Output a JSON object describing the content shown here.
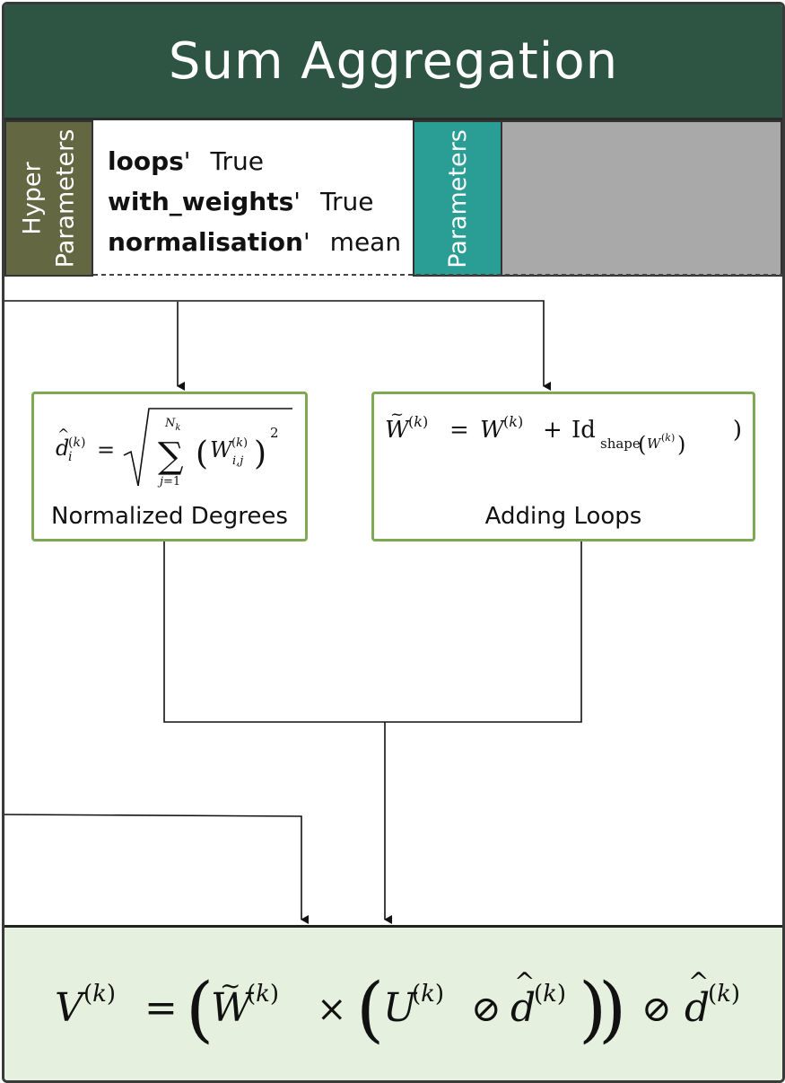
{
  "title": "Sum Aggregation",
  "hyper_parameters_tab": {
    "line1": "Hyper",
    "line2": "Parameters"
  },
  "parameters_tab": {
    "label": "Parameters"
  },
  "hyper_parameters": [
    {
      "key": "loops",
      "sep": "'",
      "value": "True"
    },
    {
      "key": "with_weights",
      "sep": "'",
      "value": "True"
    },
    {
      "key": "normalisation",
      "sep": "'",
      "value": "mean"
    }
  ],
  "boxes": {
    "degrees": {
      "label": "Normalized Degrees"
    },
    "loops": {
      "label": "Adding Loops"
    }
  },
  "colors": {
    "title_bg": "#2e5443",
    "hyper_tab": "#636842",
    "param_tab": "#2a9d95",
    "gray_panel": "#a9a9a9",
    "box_border": "#7fa855",
    "result_bg": "#e6f0de"
  }
}
